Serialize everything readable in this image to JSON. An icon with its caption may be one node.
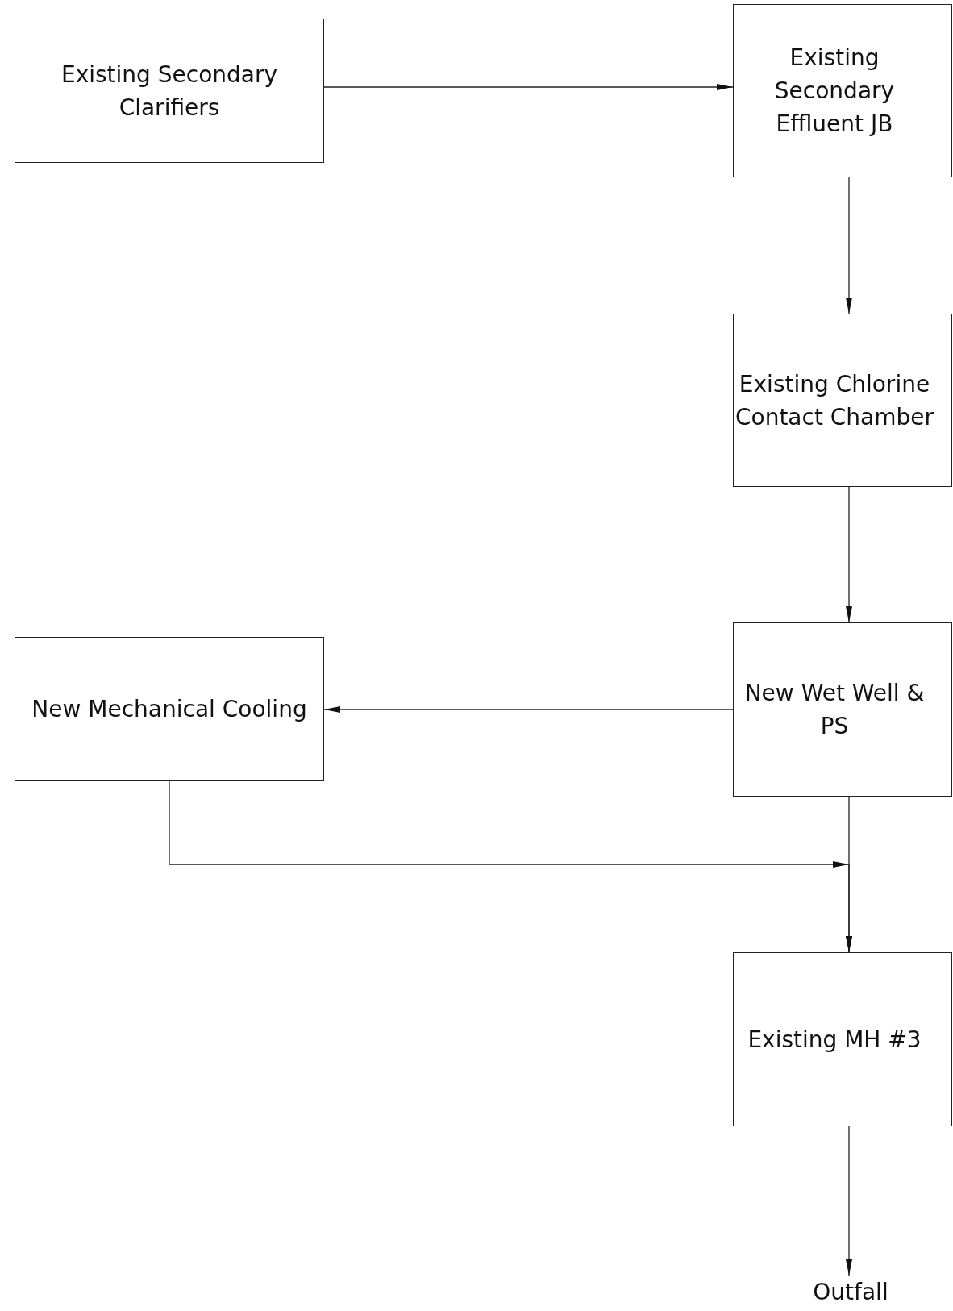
{
  "diagram": {
    "nodes": [
      {
        "text": [
          "Existing Secondary Clarifiers"
        ]
      },
      {
        "text": [
          "Existing Secondary Effluent JB"
        ]
      },
      {
        "text": [
          "Existing Chlorine Contact Chamber"
        ]
      },
      {
        "text": [
          "New Wet Well & PS"
        ]
      },
      {
        "text": [
          "New Mechanical Cooling"
        ]
      },
      {
        "text": [
          "Existing MH #3"
        ]
      },
      {
        "text": [
          "Outfall"
        ]
      }
    ],
    "edges": [
      {
        "from": 0,
        "to": 1,
        "arrow": "to"
      },
      {
        "from": 1,
        "to": 2,
        "arrow": "to"
      },
      {
        "from": 2,
        "to": 3,
        "arrow": "to"
      },
      {
        "from": 3,
        "to": 4,
        "arrow": "to"
      },
      {
        "from": 4,
        "to": 5,
        "arrow": "to"
      },
      {
        "from": 3,
        "to": 5,
        "arrow": "to"
      },
      {
        "from": 5,
        "to": 6,
        "arrow": "to"
      }
    ]
  }
}
